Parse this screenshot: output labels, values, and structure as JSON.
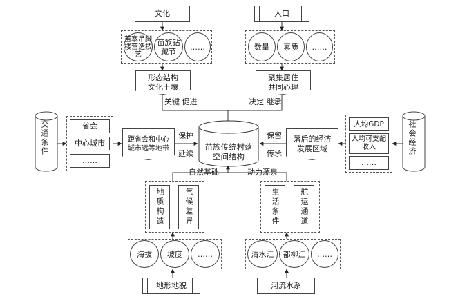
{
  "top_left": {
    "title": "文化",
    "items": [
      "苗寨吊脚楼营造技艺",
      "苗族钻藏节",
      "……"
    ],
    "summary": [
      "形态结构",
      "文化土壤"
    ],
    "link_label": "关键 促进"
  },
  "top_right": {
    "title": "人口",
    "items": [
      "数量",
      "素质",
      "……"
    ],
    "summary": [
      "聚集居住",
      "共同心理"
    ],
    "link_label": "决定 继承"
  },
  "left": {
    "title": "交通条件",
    "items": [
      "省会",
      "中心城市",
      "……"
    ],
    "summary": [
      "距省会和中心",
      "城市远等地带"
    ],
    "link_label": [
      "保护",
      "延续"
    ]
  },
  "right": {
    "title": "社会经济",
    "items": [
      "人均GDP",
      "人均可支配收入",
      "……"
    ],
    "summary": [
      "落后的经济",
      "发展区域"
    ],
    "link_label": [
      "保留",
      "传承"
    ]
  },
  "center": {
    "title": [
      "苗族传统村落",
      "空间结构"
    ],
    "label_left": "自然基础",
    "label_right": "动力源泉"
  },
  "bottom_left": {
    "title": "地形地貌",
    "items": [
      "海拔",
      "坡度",
      "……"
    ],
    "factors": [
      "地质构造",
      "气候差异"
    ]
  },
  "bottom_right": {
    "title": "河流水系",
    "items": [
      "清水江",
      "都柳江",
      "……"
    ],
    "factors": [
      "生活条件",
      "航运通道"
    ]
  }
}
